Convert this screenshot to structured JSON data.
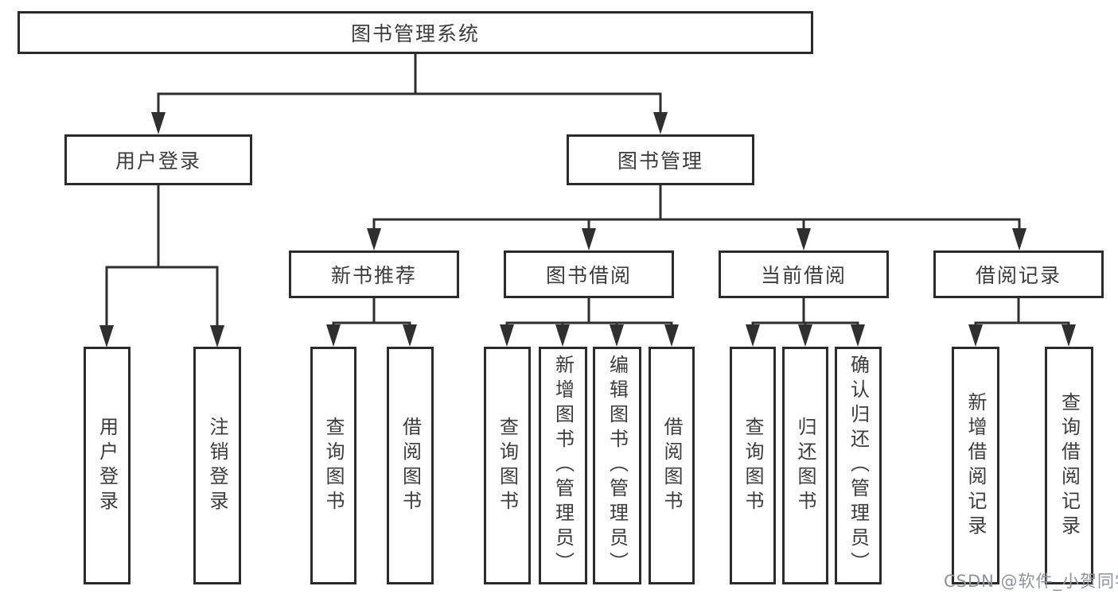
{
  "tree": {
    "root": {
      "label": "图书管理系统"
    },
    "branches": [
      {
        "label": "用户登录",
        "children": [
          {
            "label": "用户登录"
          },
          {
            "label": "注销登录"
          }
        ]
      },
      {
        "label": "图书管理",
        "children": [
          {
            "label": "新书推荐",
            "children": [
              {
                "label": "查询图书"
              },
              {
                "label": "借阅图书"
              }
            ]
          },
          {
            "label": "图书借阅",
            "children": [
              {
                "label": "查询图书"
              },
              {
                "label": "新增图书（管理员）"
              },
              {
                "label": "编辑图书（管理员）"
              },
              {
                "label": "借阅图书"
              }
            ]
          },
          {
            "label": "当前借阅",
            "children": [
              {
                "label": "查询图书"
              },
              {
                "label": "归还图书"
              },
              {
                "label": "确认归还（管理员）"
              }
            ]
          },
          {
            "label": "借阅记录",
            "children": [
              {
                "label": "新增借阅记录"
              },
              {
                "label": "查询借阅记录"
              }
            ]
          }
        ]
      }
    ]
  },
  "watermark": {
    "text": "CSDN @软件_小贺同学"
  },
  "colors": {
    "line": "#2f2f2f",
    "box_border": "#2b2b2b",
    "text": "#3c3c3c",
    "background": "#ffffff",
    "watermark": "#8f9399"
  }
}
